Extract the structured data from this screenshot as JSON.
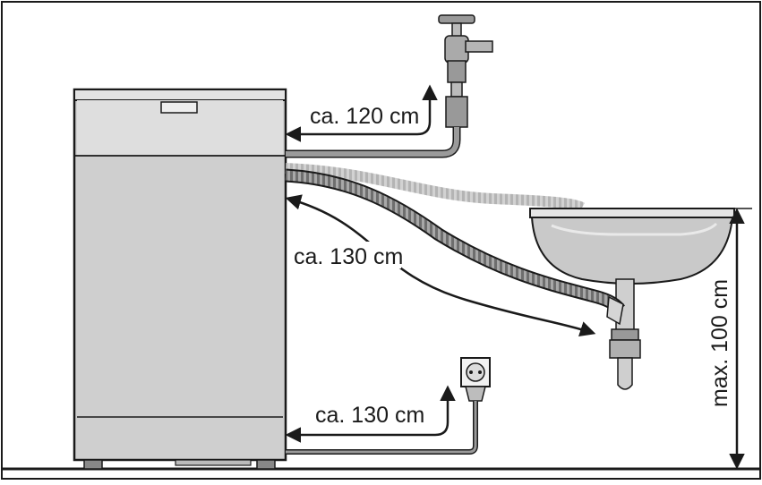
{
  "labels": {
    "inlet_hose_length": "ca. 120 cm",
    "drain_hose_length": "ca. 130 cm",
    "power_cord_length": "ca. 130 cm",
    "max_drain_height": "max. 100 cm"
  },
  "colors": {
    "outline": "#1a1a1a",
    "appliance_body": "#cfcfcf",
    "appliance_top": "#dcdcdc",
    "basin": "#bdbdbd",
    "hose": "#9a9a9a",
    "background": "#ffffff"
  }
}
